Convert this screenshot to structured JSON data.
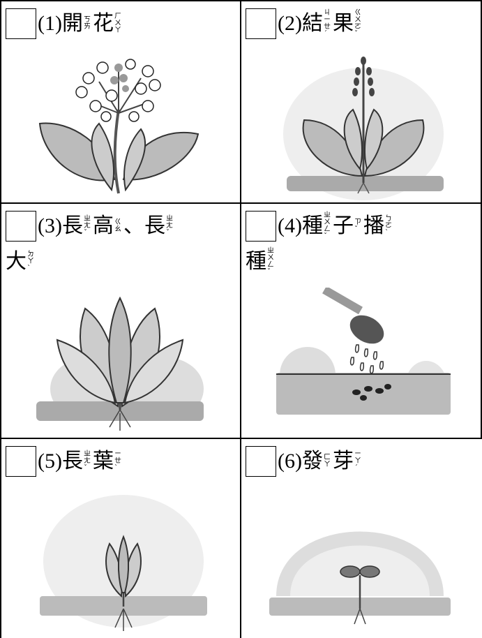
{
  "cells": [
    {
      "num": "(1)",
      "chars": [
        {
          "c": "開",
          "z": "ㄎㄞ"
        },
        {
          "c": "花",
          "z": "ㄏㄨㄚ"
        }
      ],
      "icon": "flowering-plant-icon"
    },
    {
      "num": "(2)",
      "chars": [
        {
          "c": "結",
          "z": "ㄐㄧㄝˊ"
        },
        {
          "c": "果",
          "z": "ㄍㄨㄛˇ"
        }
      ],
      "icon": "fruiting-plant-icon"
    },
    {
      "num": "(3)",
      "chars": [
        {
          "c": "長",
          "z": "ㄓㄤˇ"
        },
        {
          "c": "高",
          "z": "ㄍㄠ"
        },
        {
          "c": "、",
          "z": ""
        },
        {
          "c": "長",
          "z": "ㄓㄤˇ"
        }
      ],
      "line2": [
        {
          "c": "大",
          "z": "ㄉㄚˋ"
        }
      ],
      "icon": "tall-plant-icon"
    },
    {
      "num": "(4)",
      "chars": [
        {
          "c": "種",
          "z": "ㄓㄨㄥˇ"
        },
        {
          "c": "子",
          "z": "ㄗˇ"
        },
        {
          "c": "播",
          "z": "ㄅㄛˋ"
        }
      ],
      "line2": [
        {
          "c": "種",
          "z": "ㄓㄨㄥˇ"
        }
      ],
      "icon": "sowing-seeds-icon"
    },
    {
      "num": "(5)",
      "chars": [
        {
          "c": "長",
          "z": "ㄓㄤˇ"
        },
        {
          "c": "葉",
          "z": "ㄧㄝˋ"
        }
      ],
      "icon": "leafy-seedling-icon"
    },
    {
      "num": "(6)",
      "chars": [
        {
          "c": "發",
          "z": "ㄈㄚ"
        },
        {
          "c": "芽",
          "z": "ㄧㄚˊ"
        }
      ],
      "icon": "sprout-icon"
    }
  ]
}
